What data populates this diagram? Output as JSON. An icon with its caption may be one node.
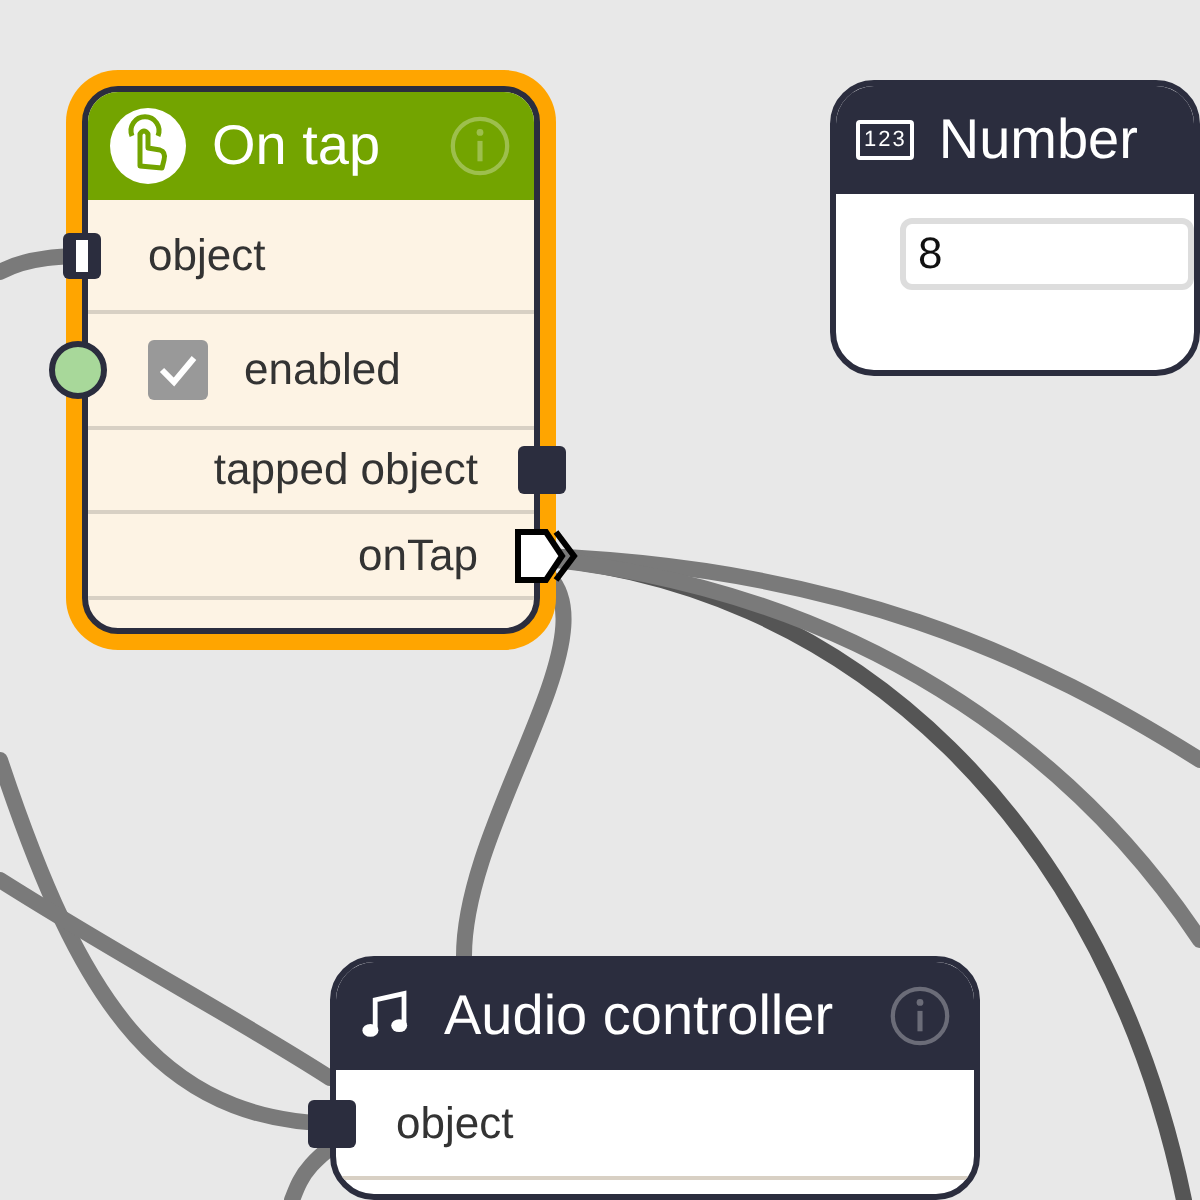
{
  "diagram": {
    "nodes": [
      {
        "text": [
          "On tap"
        ]
      },
      {
        "text": [
          "object"
        ],
        "in": 0
      },
      {
        "text": [
          "enabled"
        ],
        "in": 0
      },
      {
        "text": [
          "tapped object"
        ],
        "in": 0
      },
      {
        "text": [
          "onTap"
        ],
        "in": 0
      },
      {
        "text": [
          "Number"
        ]
      },
      {
        "text": [
          "8"
        ],
        "in": 5
      },
      {
        "text": [
          "Audio controller"
        ]
      },
      {
        "text": [
          "object"
        ],
        "in": 7
      }
    ],
    "edges": [
      {
        "from": null,
        "to": 1,
        "arrow": "none"
      },
      {
        "from": 4,
        "to": null,
        "arrow": "none",
        "color": "#555555"
      },
      {
        "from": 4,
        "to": null,
        "arrow": "none"
      },
      {
        "from": 4,
        "to": null,
        "arrow": "none"
      },
      {
        "from": 4,
        "to": 7,
        "arrow": "none"
      },
      {
        "from": null,
        "to": 8,
        "arrow": "none"
      },
      {
        "from": null,
        "to": 7,
        "arrow": "none"
      },
      {
        "from": 8,
        "to": null,
        "arrow": "none"
      }
    ],
    "labels": [
      "123"
    ]
  }
}
